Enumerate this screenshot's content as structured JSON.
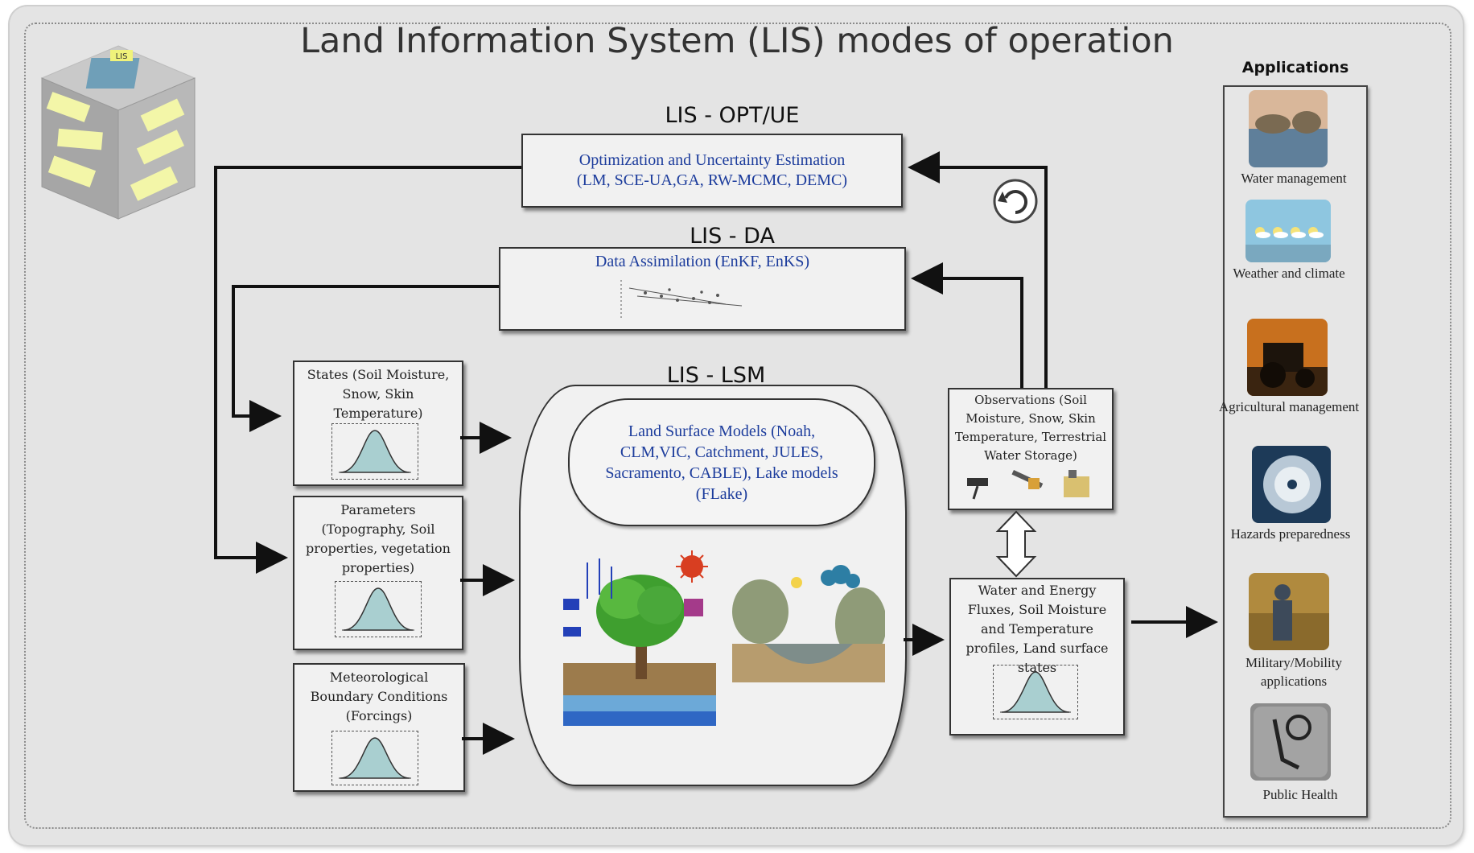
{
  "title": "Land Information System (LIS) modes of operation",
  "sections": {
    "opt": {
      "label": "LIS - OPT/UE",
      "line1": "Optimization and Uncertainty Estimation",
      "line2": "(LM, SCE-UA,GA, RW-MCMC, DEMC)"
    },
    "da": {
      "label": "LIS - DA",
      "line1": "Data Assimilation  (EnKF, EnKS)"
    },
    "lsm": {
      "label": "LIS - LSM",
      "models": "Land Surface Models (Noah, CLM,VIC, Catchment, JULES, Sacramento, CABLE), Lake models (FLake)"
    }
  },
  "inputs": {
    "states": "States (Soil Moisture, Snow, Skin Temperature)",
    "parameters": "Parameters (Topography, Soil properties, vegetation properties)",
    "forcings": "Meteorological Boundary Conditions (Forcings)"
  },
  "observations": "Observations (Soil Moisture, Snow, Skin Temperature, Terrestrial Water Storage)",
  "outputs": "Water and Energy Fluxes, Soil Moisture and Temperature profiles, Land surface states",
  "applications": {
    "title": "Applications",
    "items": [
      {
        "label": "Water management",
        "icon": "water-management-icon"
      },
      {
        "label": "Weather and climate",
        "icon": "weather-climate-icon"
      },
      {
        "label": "Agricultural management",
        "icon": "agriculture-icon"
      },
      {
        "label": "Hazards preparedness",
        "icon": "hurricane-icon"
      },
      {
        "label": "Military/Mobility applications",
        "icon": "military-icon"
      },
      {
        "label": "Public Health",
        "icon": "public-health-icon"
      }
    ]
  },
  "logo_badge": "LIS",
  "colors": {
    "blue_text": "#1c3c9c",
    "curve_fill": "#a9cfd0",
    "box_bg": "#f1f1f1",
    "panel_bg": "#e4e4e4"
  }
}
